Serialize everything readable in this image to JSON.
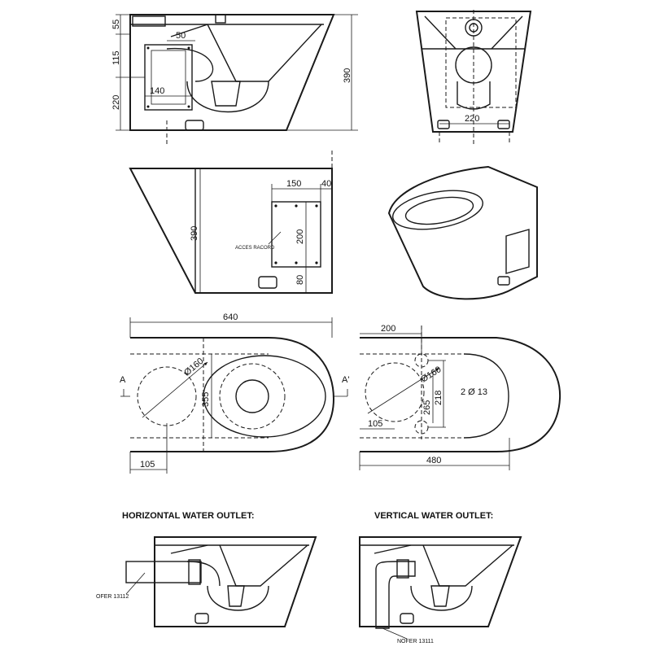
{
  "side_view_top": {
    "dim_55": "55",
    "dim_115": "115",
    "dim_220_left": "220",
    "dim_50": "50",
    "dim_140": "140",
    "dim_390": "390"
  },
  "front_view": {
    "dim_220": "220"
  },
  "rear_view": {
    "dim_390": "390",
    "dim_150": "150",
    "dim_40": "40",
    "dim_200": "200",
    "dim_80": "80",
    "access_label": "ACCES RACORD"
  },
  "plan_left": {
    "dim_640": "640",
    "dim_diam160": "Ø160",
    "dim_355": "355",
    "dim_105": "105",
    "section_a": "A",
    "section_a2": "A'"
  },
  "plan_right": {
    "dim_200": "200",
    "dim_diam160": "Ø160",
    "dim_265": "265",
    "dim_218": "218",
    "dim_2d13": "2 Ø 13",
    "dim_105": "105",
    "dim_480": "480"
  },
  "horizontal_outlet": {
    "title": "HORIZONTAL WATER OUTLET:",
    "ref": "OFER 13112"
  },
  "vertical_outlet": {
    "title": "VERTICAL WATER OUTLET:",
    "ref": "NOFER 13111"
  }
}
